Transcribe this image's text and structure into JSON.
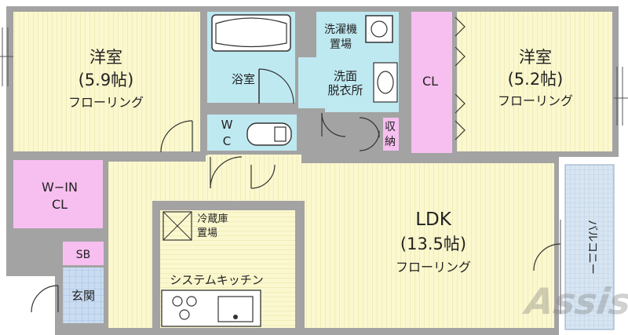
{
  "rooms": {
    "west_bedroom": {
      "name": "洋室",
      "size": "(5.9帖)",
      "floor": "フローリング"
    },
    "east_bedroom": {
      "name": "洋室",
      "size": "(5.2帖)",
      "floor": "フローリング"
    },
    "ldk": {
      "name": "LDK",
      "size": "(13.5帖)",
      "floor": "フローリング"
    },
    "bath": {
      "name": "浴室"
    },
    "washroom": {
      "name_line1": "洗面",
      "name_line2": "脱衣所"
    },
    "washer_space": {
      "line1": "洗濯機",
      "line2": "置場"
    },
    "toilet": {
      "line1": "W",
      "line2": "C"
    },
    "closet_east": {
      "name": "CL"
    },
    "storage": {
      "line1": "収",
      "line2": "納"
    },
    "walk_in_closet": {
      "line1": "W−IN",
      "line2": "CL"
    },
    "shoe_box": {
      "name": "SB"
    },
    "entrance": {
      "name": "玄関"
    },
    "fridge_space": {
      "line1": "冷蔵庫",
      "line2": "置場"
    },
    "kitchen": {
      "name": "システムキッチン"
    },
    "balcony": {
      "name": "バルコニー"
    }
  },
  "watermark": {
    "text": "Assist"
  },
  "colors": {
    "wall": "#a0a0a0",
    "floor_wood": "#fbf8cf",
    "wet_area": "#bfe9f1",
    "closet": "#f7bff0",
    "entrance_tile": "#c9dcf2",
    "balcony": "#d7e5f2"
  }
}
